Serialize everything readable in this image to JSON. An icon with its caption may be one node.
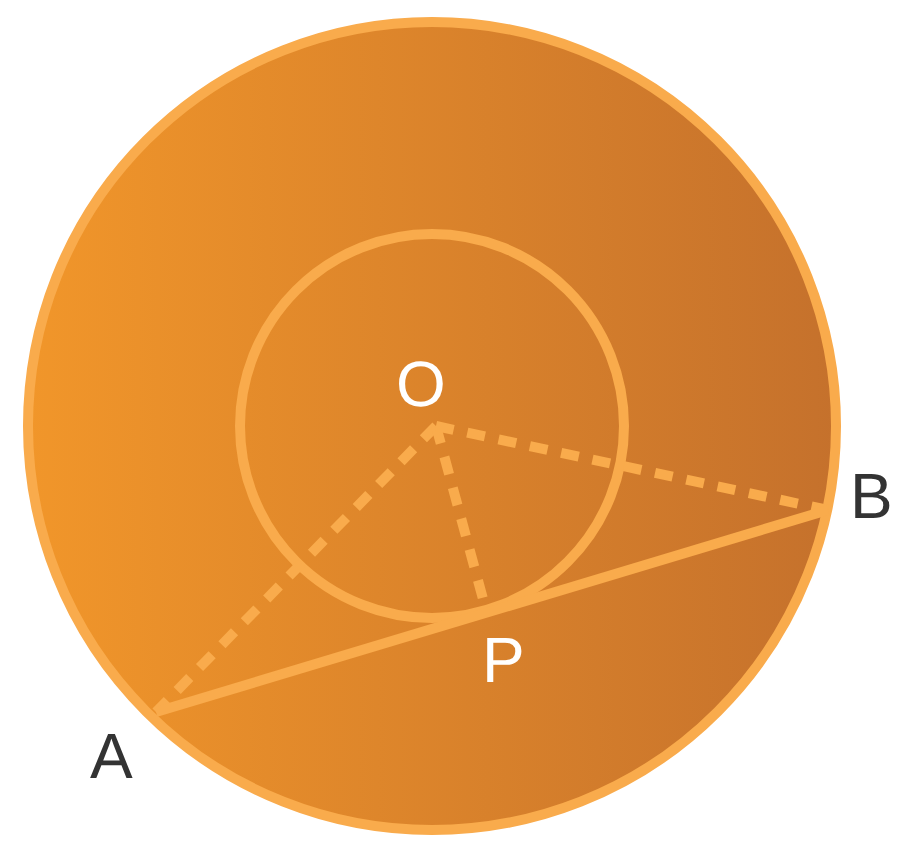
{
  "diagram": {
    "nodes": [
      {
        "text": [
          "O"
        ]
      },
      {
        "text": [
          "A"
        ]
      },
      {
        "text": [
          "B"
        ]
      },
      {
        "text": [
          "P"
        ]
      }
    ],
    "edges": [
      {
        "from": 0,
        "to": 1,
        "arrow": "none",
        "style": "dashed"
      },
      {
        "from": 0,
        "to": 3,
        "arrow": "none",
        "style": "dashed"
      },
      {
        "from": 0,
        "to": 2,
        "arrow": "none",
        "style": "dashed"
      },
      {
        "from": 1,
        "to": 2,
        "arrow": "none"
      }
    ]
  }
}
